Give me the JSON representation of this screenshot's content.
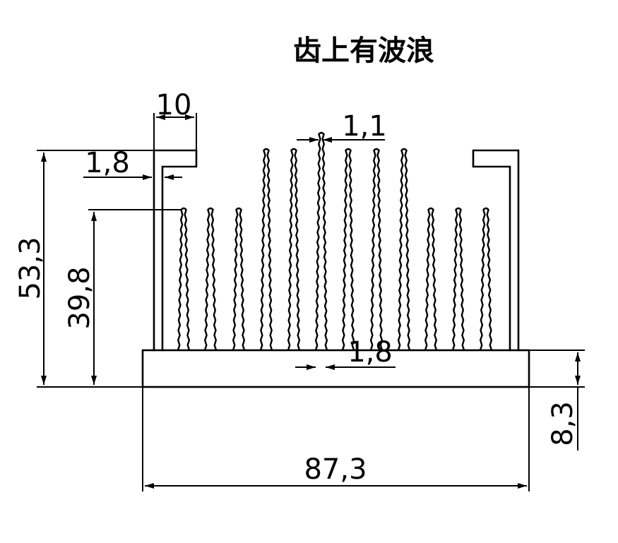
{
  "title": "齿上有波浪",
  "dimensions": {
    "total_height": "53,3",
    "fin_height": "39,8",
    "top_flange_width": "10",
    "wall_thickness": "1,8",
    "fin_tip_thickness": "1,1",
    "fin_root_thickness": "1,8",
    "base_width": "87,3",
    "base_height": "8,3"
  }
}
